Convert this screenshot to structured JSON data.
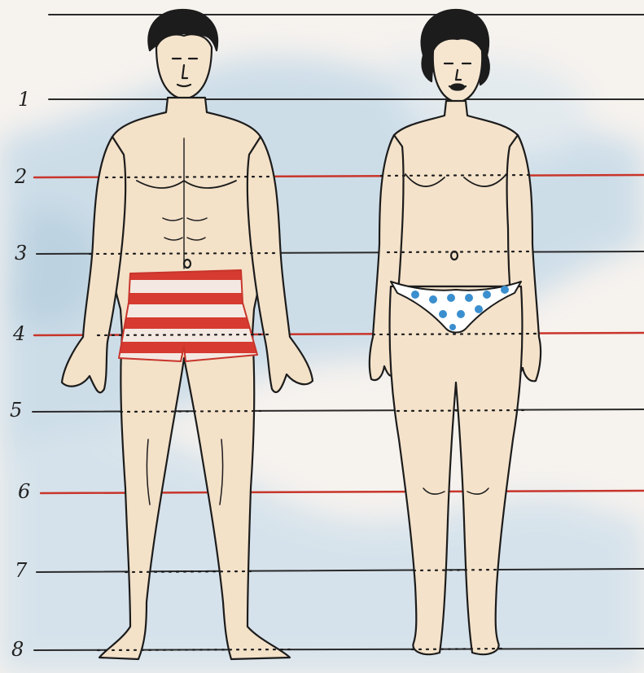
{
  "diagram": {
    "head_units": [
      {
        "label": "1"
      },
      {
        "label": "2"
      },
      {
        "label": "3"
      },
      {
        "label": "4"
      },
      {
        "label": "5"
      },
      {
        "label": "6"
      },
      {
        "label": "7"
      },
      {
        "label": "8"
      }
    ],
    "highlighted_lines": [
      "2",
      "4",
      "6"
    ],
    "figures": [
      "male-figure",
      "female-figure"
    ]
  },
  "colors": {
    "guide_line": "#2a2a2a",
    "accent_line": "#c8352b",
    "trunks_stripe": "#d63a30",
    "bikini_dots": "#3b8fcf",
    "skin": "#f3e1c8",
    "outline": "#1c1c1c",
    "watercolor": "#a9cbe0"
  }
}
